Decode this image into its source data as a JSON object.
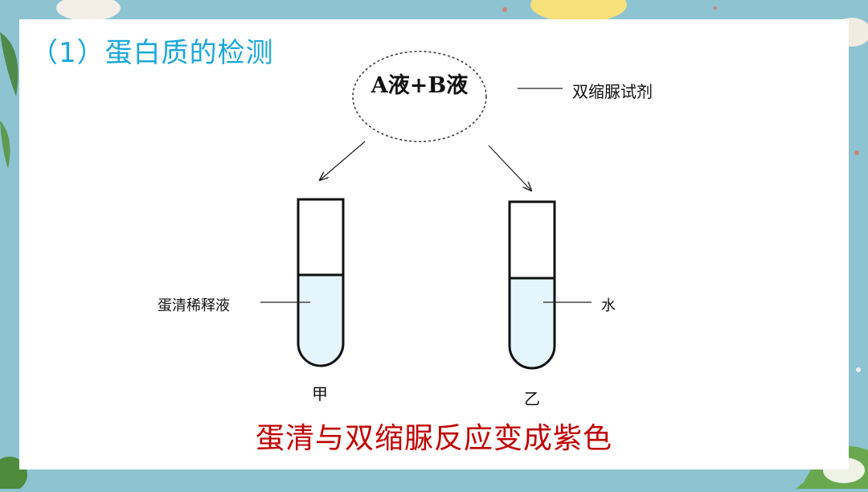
{
  "title": "（1）蛋白质的检测",
  "reagent": {
    "formula": "A液+B液",
    "name": "双缩脲试剂"
  },
  "tubes": [
    {
      "label": "甲",
      "content_label": "蛋清稀释液"
    },
    {
      "label": "乙",
      "content_label": "水"
    }
  ],
  "conclusion": "蛋清与双缩脲反应变成紫色",
  "colors": {
    "title": "#1aa8d8",
    "conclusion": "#c00000",
    "liquid": "#e4f5fb",
    "background": "#8ec3d1"
  }
}
